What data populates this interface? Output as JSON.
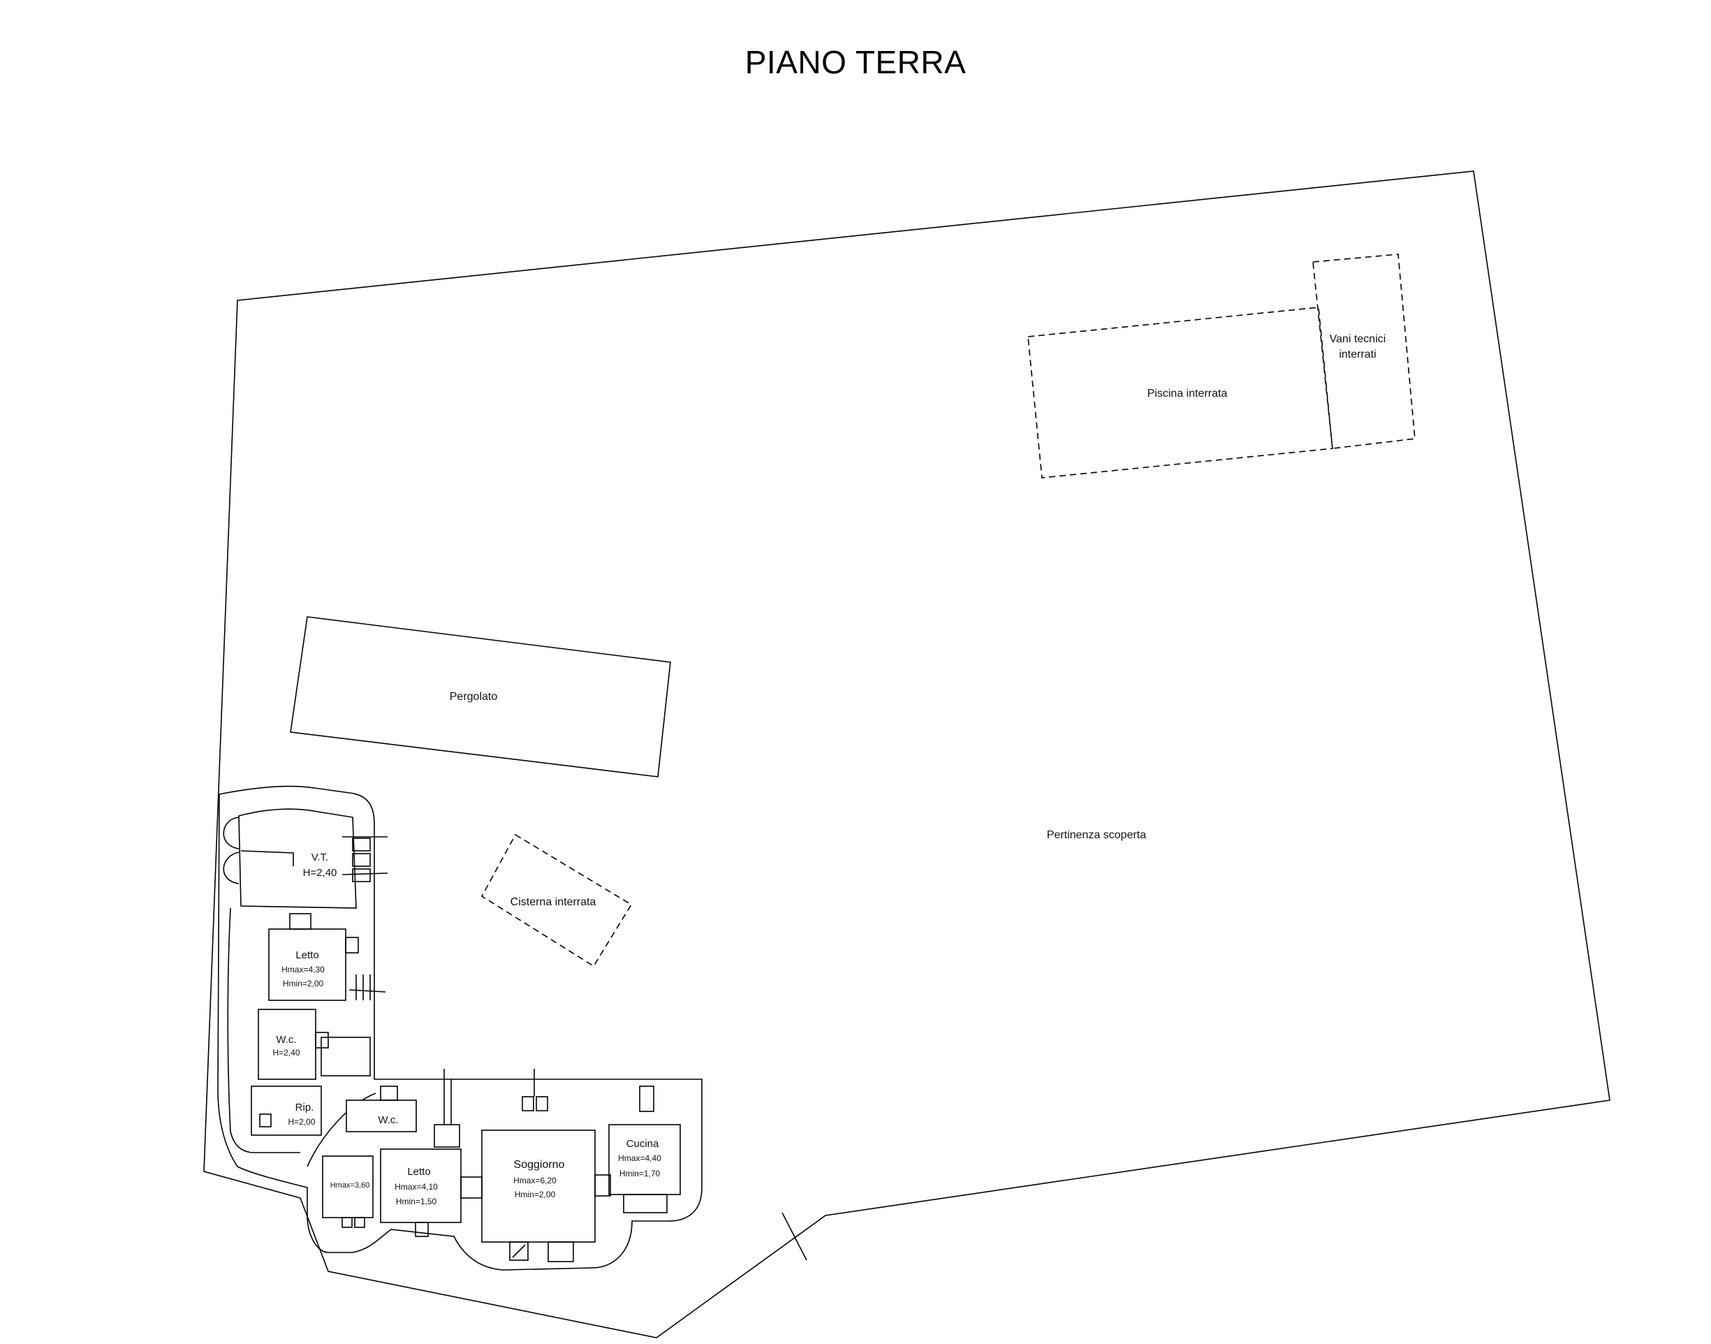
{
  "title": "PIANO TERRA",
  "labels": {
    "pertinenza": "Pertinenza scoperta",
    "piscina": "Piscina interrata",
    "vani_1": "Vani tecnici",
    "vani_2": "interrati",
    "pergolato": "Pergolato",
    "cisterna": "Cisterna interrata",
    "vt_1": "V.T.",
    "vt_2": "H=2,40",
    "letto1_1": "Letto",
    "letto1_2": "Hmax=4,30",
    "letto1_3": "Hmin=2,00",
    "wc1_1": "W.c.",
    "wc1_2": "H=2,40",
    "rip_1": "Rip.",
    "rip_2": "H=2,00",
    "wc2_1": "W.c.",
    "hmax360": "Hmax=3,60",
    "letto2_1": "Letto",
    "letto2_2": "Hmax=4,10",
    "letto2_3": "Hmin=1,50",
    "soggiorno_1": "Soggiorno",
    "soggiorno_2": "Hmax=6,20",
    "soggiorno_3": "Hmin=2,00",
    "cucina_1": "Cucina",
    "cucina_2": "Hmax=4,40",
    "cucina_3": "Hmin=1,70"
  }
}
